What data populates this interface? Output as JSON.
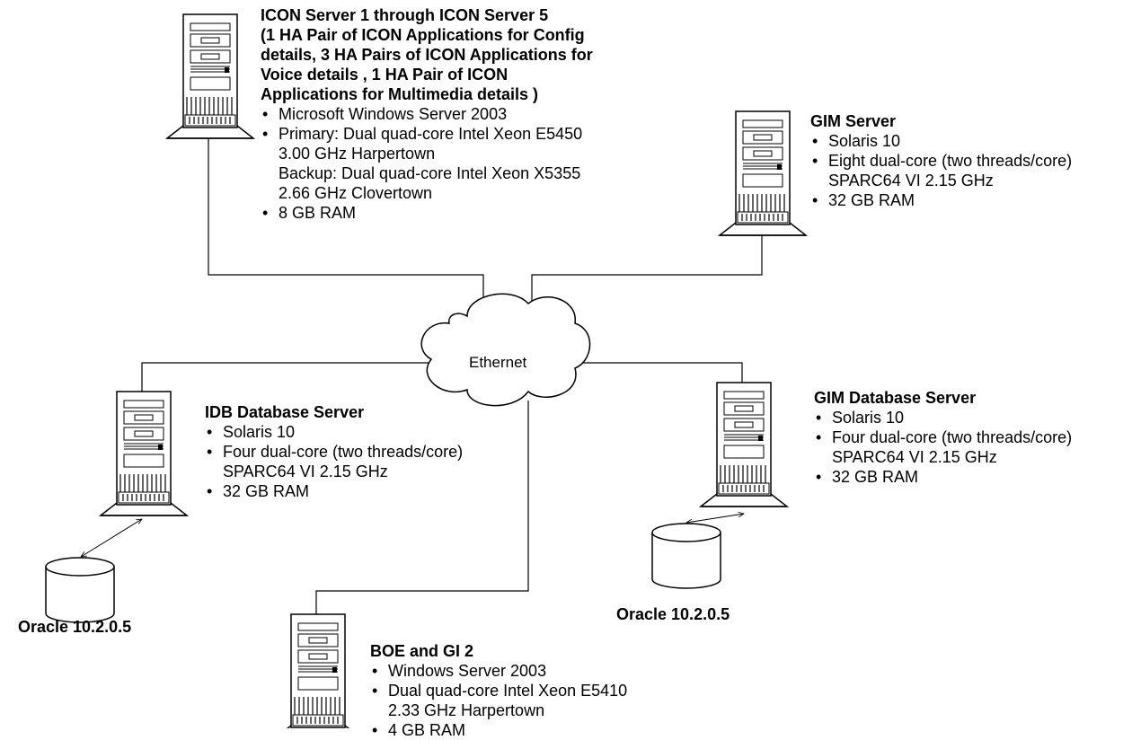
{
  "network": {
    "label": "Ethernet"
  },
  "icon_servers": {
    "title_lines": [
      "ICON Server 1 through ICON Server 5",
      "(1 HA Pair of ICON Applications for Config",
      "details, 3 HA Pairs of ICON Applications for",
      "Voice details , 1 HA Pair of ICON",
      "Applications for Multimedia details )"
    ],
    "specs": [
      [
        "Microsoft Windows Server 2003"
      ],
      [
        "Primary: Dual quad-core Intel Xeon E5450",
        "3.00 GHz Harpertown",
        "Backup: Dual quad-core Intel Xeon X5355",
        "2.66 GHz Clovertown"
      ],
      [
        "8 GB RAM"
      ]
    ]
  },
  "gim_server": {
    "title": "GIM Server",
    "specs": [
      [
        "Solaris 10"
      ],
      [
        "Eight dual-core (two threads/core)",
        "SPARC64 VI 2.15 GHz"
      ],
      [
        "32 GB RAM"
      ]
    ]
  },
  "idb_server": {
    "title": "IDB Database Server",
    "specs": [
      [
        "Solaris 10"
      ],
      [
        "Four dual-core (two threads/core)",
        "SPARC64 VI 2.15 GHz"
      ],
      [
        "32 GB RAM"
      ]
    ],
    "database_label": "Oracle 10.2.0.5"
  },
  "gim_db_server": {
    "title": "GIM Database Server",
    "specs": [
      [
        "Solaris 10"
      ],
      [
        "Four dual-core (two threads/core)",
        "SPARC64 VI 2.15 GHz"
      ],
      [
        "32 GB RAM"
      ]
    ],
    "database_label": "Oracle 10.2.0.5"
  },
  "boe_server": {
    "title": "BOE and GI 2",
    "specs": [
      [
        "Windows Server 2003"
      ],
      [
        "Dual quad-core Intel Xeon E5410",
        "2.33 GHz Harpertown"
      ],
      [
        "4 GB RAM"
      ]
    ]
  }
}
